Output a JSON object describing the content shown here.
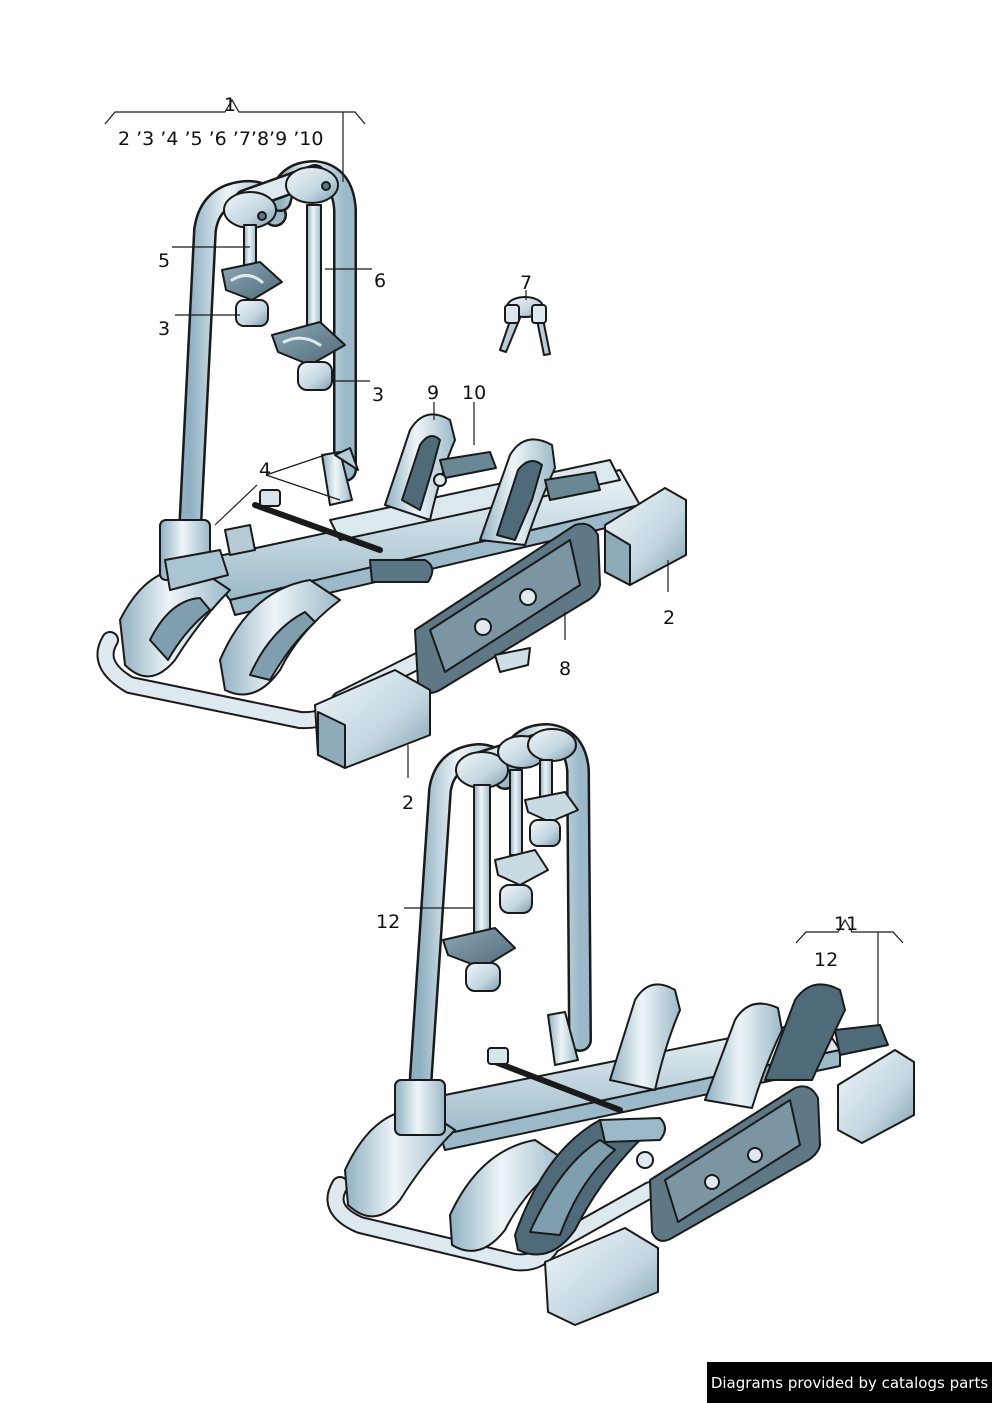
{
  "assembly_1": {
    "callouts": {
      "c1": "1",
      "c5": "5",
      "c6": "6",
      "c3a": "3",
      "c3b": "3",
      "c7": "7",
      "c9": "9",
      "c10": "10",
      "c4": "4",
      "c2a": "2",
      "c2b": "2",
      "c8": "8"
    },
    "group_list": "2 ’3 ’4  ’5 ’6 ’7’8’9 ’10"
  },
  "assembly_2": {
    "callouts": {
      "c11": "11",
      "c12_group": "12",
      "c12_part": "12"
    }
  },
  "footer": {
    "credit": "Diagrams provided by catalogs parts"
  },
  "colors": {
    "stroke": "#1a1a1a",
    "metal_light": "#e4eef3",
    "metal_mid": "#a9c4d2",
    "metal_dark": "#6f93a6",
    "rubber": "#4f6a79",
    "background": "#ffffff"
  }
}
